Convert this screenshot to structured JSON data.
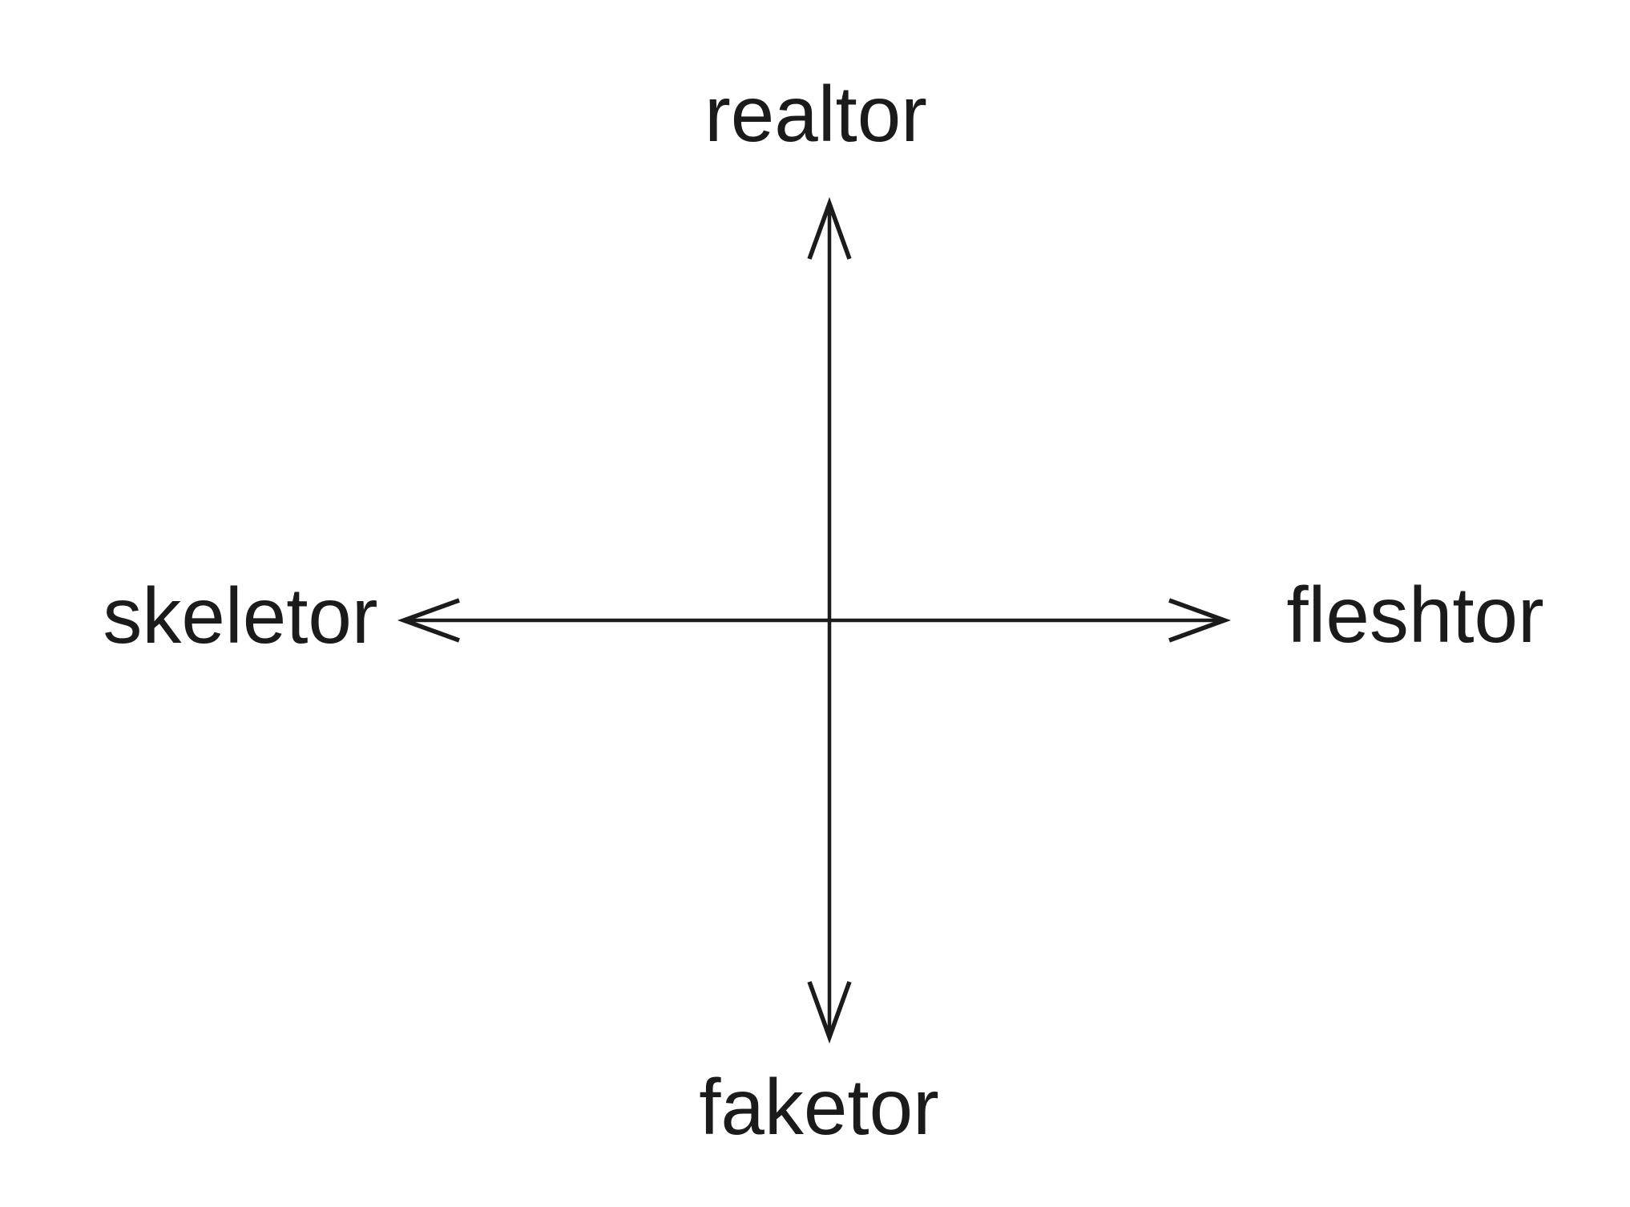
{
  "diagram": {
    "type": "two-axis-compass",
    "labels": {
      "top": "realtor",
      "bottom": "faketor",
      "left": "skeletor",
      "right": "fleshtor"
    },
    "axes": {
      "vertical": {
        "positive_end": "realtor",
        "negative_end": "faketor"
      },
      "horizontal": {
        "negative_end": "skeletor",
        "positive_end": "fleshtor"
      }
    },
    "colors": {
      "ink": "#1b1b1b",
      "background": "#ffffff"
    }
  }
}
